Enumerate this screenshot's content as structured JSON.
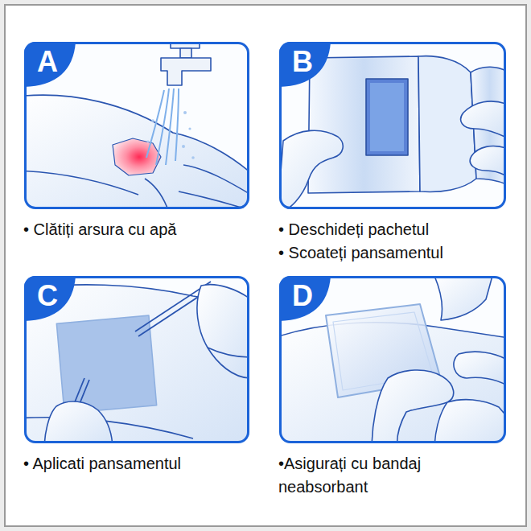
{
  "diagram": {
    "nodes": [
      {
        "text": [
          "A",
          "• Clătiți arsura cu apă"
        ]
      },
      {
        "text": [
          "B",
          "• Deschideți pachetul",
          "• Scoateți pansamentul"
        ]
      },
      {
        "text": [
          "C",
          "• Aplicati pansamentul"
        ]
      },
      {
        "text": [
          "D",
          "•Asigurați cu bandaj neabsorbant"
        ]
      }
    ]
  }
}
